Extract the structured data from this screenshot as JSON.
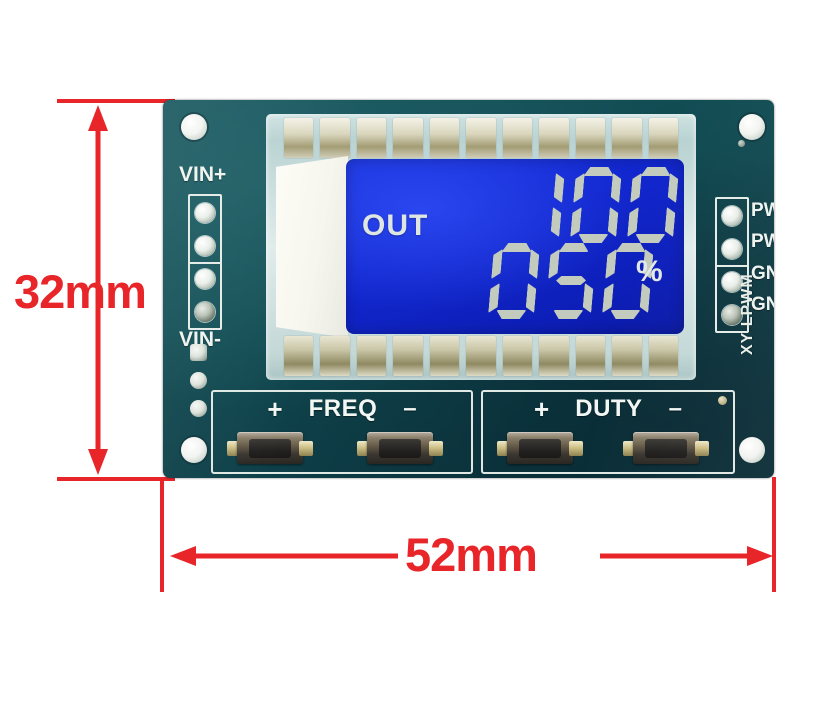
{
  "annotations": {
    "height_label": "32mm",
    "width_label": "52mm",
    "color": "#e8262a"
  },
  "board": {
    "part_marking": "XY-LPWM",
    "color": "#11474f",
    "left_header": {
      "top_label": "VIN+",
      "bottom_label": "VIN-",
      "pins": [
        "VIN+",
        "",
        "",
        "VIN-"
      ]
    },
    "right_header": {
      "pins": [
        "PWM",
        "PWM",
        "GND",
        "GND"
      ]
    },
    "button_groups": [
      {
        "name": "FREQ",
        "plus_symbol": "+",
        "minus_symbol": "–",
        "buttons": [
          "FREQ +",
          "FREQ -"
        ]
      },
      {
        "name": "DUTY",
        "plus_symbol": "+",
        "minus_symbol": "–",
        "buttons": [
          "DUTY +",
          "DUTY -"
        ]
      }
    ]
  },
  "lcd": {
    "backlight_color": "#1227cf",
    "segment_color": "#c3cbbe",
    "mode_label": "OUT",
    "top_value": "100",
    "bottom_value": "050",
    "unit": "%"
  }
}
